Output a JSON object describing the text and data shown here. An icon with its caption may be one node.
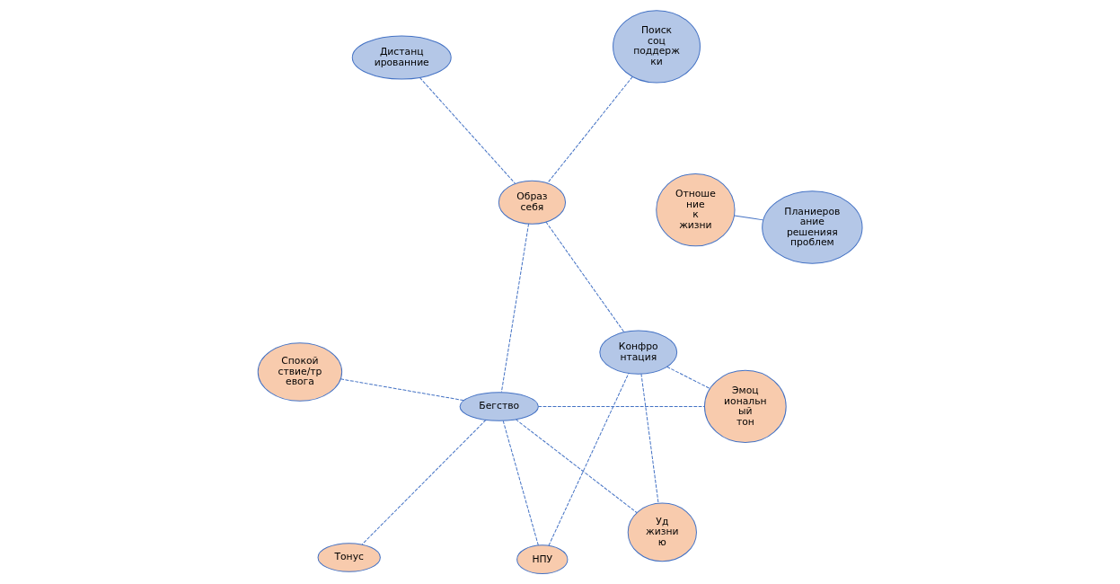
{
  "diagram": {
    "nodes": [
      {
        "text": [
          "Дистанц ированние"
        ]
      },
      {
        "text": [
          "Образ себя"
        ]
      },
      {
        "text": [
          "НПУ"
        ]
      },
      {
        "text": [
          "Конфро нтация"
        ]
      },
      {
        "text": [
          "Отноше ние к жизни"
        ]
      },
      {
        "text": [
          "Поиск соц поддерж ки"
        ]
      },
      {
        "text": [
          "Спокой ствие/тр евога"
        ]
      },
      {
        "text": [
          "Бегство"
        ]
      },
      {
        "text": [
          "Эмоц иональн ый тон"
        ]
      },
      {
        "text": [
          "Планиеров ание решенияя проблем"
        ]
      },
      {
        "text": [
          "Тонус"
        ]
      },
      {
        "text": [
          "Уд жизни ю"
        ]
      }
    ],
    "edges": [
      {
        "from": 0,
        "to": 1,
        "arrow": "none",
        "style": "dashed"
      },
      {
        "from": 1,
        "to": 3,
        "arrow": "none",
        "style": "dashed"
      },
      {
        "from": 5,
        "to": 1,
        "arrow": "none",
        "style": "dashed"
      },
      {
        "from": 1,
        "to": 7,
        "arrow": "none",
        "style": "dashed"
      },
      {
        "from": 2,
        "to": 3,
        "arrow": "none",
        "style": "dashed"
      },
      {
        "from": 2,
        "to": 7,
        "arrow": "none",
        "style": "dashed"
      },
      {
        "from": 3,
        "to": 8,
        "arrow": "none",
        "style": "dashed"
      },
      {
        "from": 3,
        "to": 11,
        "arrow": "none",
        "style": "dashed"
      },
      {
        "from": 4,
        "to": 9,
        "arrow": "none"
      },
      {
        "from": 6,
        "to": 7,
        "arrow": "none",
        "style": "dashed"
      },
      {
        "from": 7,
        "to": 8,
        "arrow": "none",
        "style": "dashed"
      },
      {
        "from": 7,
        "to": 10,
        "arrow": "none",
        "style": "dashed"
      },
      {
        "from": 7,
        "to": 11,
        "arrow": "none",
        "style": "dashed"
      }
    ]
  }
}
